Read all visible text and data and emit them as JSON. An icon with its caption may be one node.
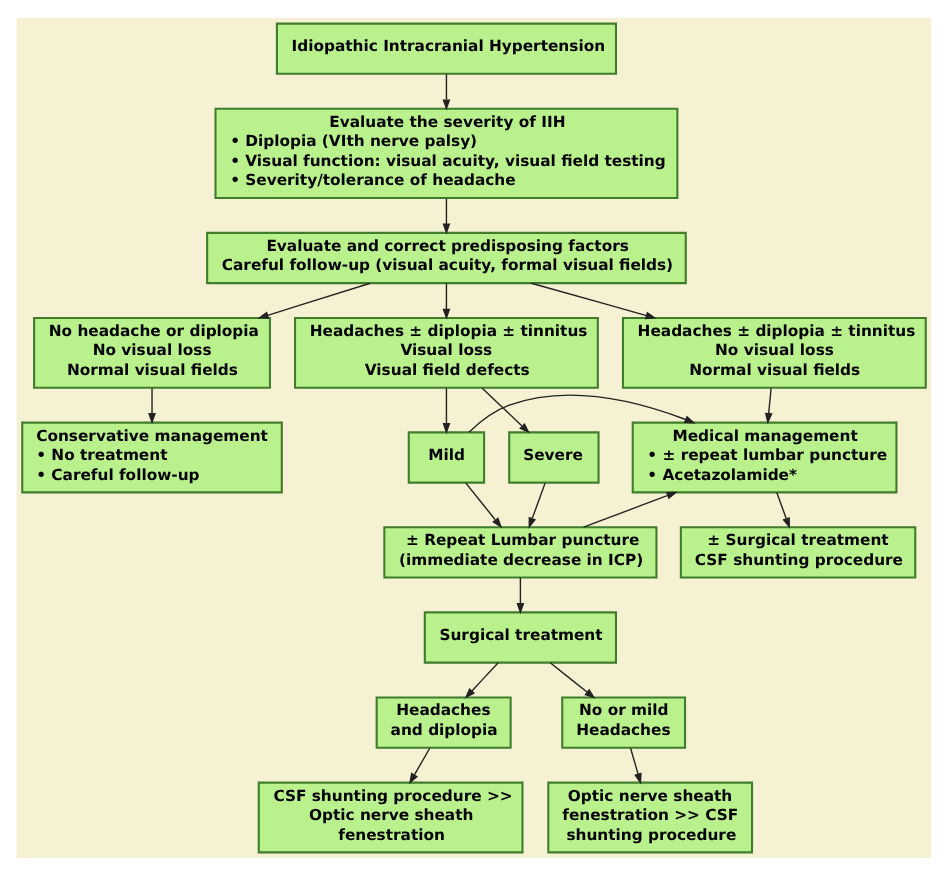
{
  "diagram": {
    "nodes": [
      {
        "text": [
          "Idiopathic Intracranial Hypertension"
        ]
      },
      {
        "text": [
          "Evaluate the severity of IIH",
          "• Diplopia (VIth nerve palsy)",
          "• Visual function: visual acuity, visual field testing",
          "• Severity/tolerance of headache"
        ]
      },
      {
        "text": [
          "Evaluate and correct predisposing factors",
          "Careful follow-up (visual acuity, formal visual fields)"
        ]
      },
      {
        "text": [
          "No headache or diplopia",
          "No visual loss",
          "Normal visual fields"
        ]
      },
      {
        "text": [
          "Headaches ± diplopia ± tinnitus",
          "No visual loss",
          "Normal visual fields"
        ]
      },
      {
        "text": [
          "Headaches ± diplopia ± tinnitus",
          "Visual loss",
          "Visual field defects"
        ]
      },
      {
        "text": [
          "Conservative management",
          "• No treatment",
          "• Careful follow-up"
        ]
      },
      {
        "text": [
          "Medical management",
          "• ± repeat lumbar puncture",
          "• Acetazolamide*"
        ]
      },
      {
        "text": [
          "Mild"
        ]
      },
      {
        "text": [
          "Severe"
        ]
      },
      {
        "text": [
          "± Repeat Lumbar puncture",
          "(immediate decrease in ICP)"
        ]
      },
      {
        "text": [
          "± Surgical treatment",
          "CSF shunting procedure"
        ]
      },
      {
        "text": [
          "Surgical treatment"
        ]
      },
      {
        "text": [
          "Headaches and diplopia"
        ]
      },
      {
        "text": [
          "No or mild Headaches"
        ]
      },
      {
        "text": [
          "CSF shunting procedure >> Optic nerve sheath fenestration"
        ]
      },
      {
        "text": [
          "Optic nerve sheath fenestration >> CSF shunting procedure"
        ]
      }
    ],
    "edges": [
      {
        "from": 0,
        "to": 1,
        "arrow": "to"
      },
      {
        "from": 1,
        "to": 2,
        "arrow": "to"
      },
      {
        "from": 2,
        "to": 3,
        "arrow": "to"
      },
      {
        "from": 2,
        "to": 4,
        "arrow": "to"
      },
      {
        "from": 2,
        "to": 5,
        "arrow": "to"
      },
      {
        "from": 3,
        "to": 6,
        "arrow": "to"
      },
      {
        "from": 4,
        "to": 7,
        "arrow": "to"
      },
      {
        "from": 5,
        "to": 8,
        "arrow": "to"
      },
      {
        "from": 5,
        "to": 9,
        "arrow": "to"
      },
      {
        "from": 8,
        "to": 7,
        "arrow": "to"
      },
      {
        "from": 8,
        "to": 10,
        "arrow": "to"
      },
      {
        "from": 9,
        "to": 10,
        "arrow": "to"
      },
      {
        "from": 10,
        "to": 7,
        "arrow": "to"
      },
      {
        "from": 7,
        "to": 11,
        "arrow": "to"
      },
      {
        "from": 10,
        "to": 12,
        "arrow": "to"
      },
      {
        "from": 12,
        "to": 13,
        "arrow": "to"
      },
      {
        "from": 12,
        "to": 14,
        "arrow": "to"
      },
      {
        "from": 13,
        "to": 15,
        "arrow": "to"
      },
      {
        "from": 14,
        "to": 16,
        "arrow": "to"
      }
    ]
  }
}
